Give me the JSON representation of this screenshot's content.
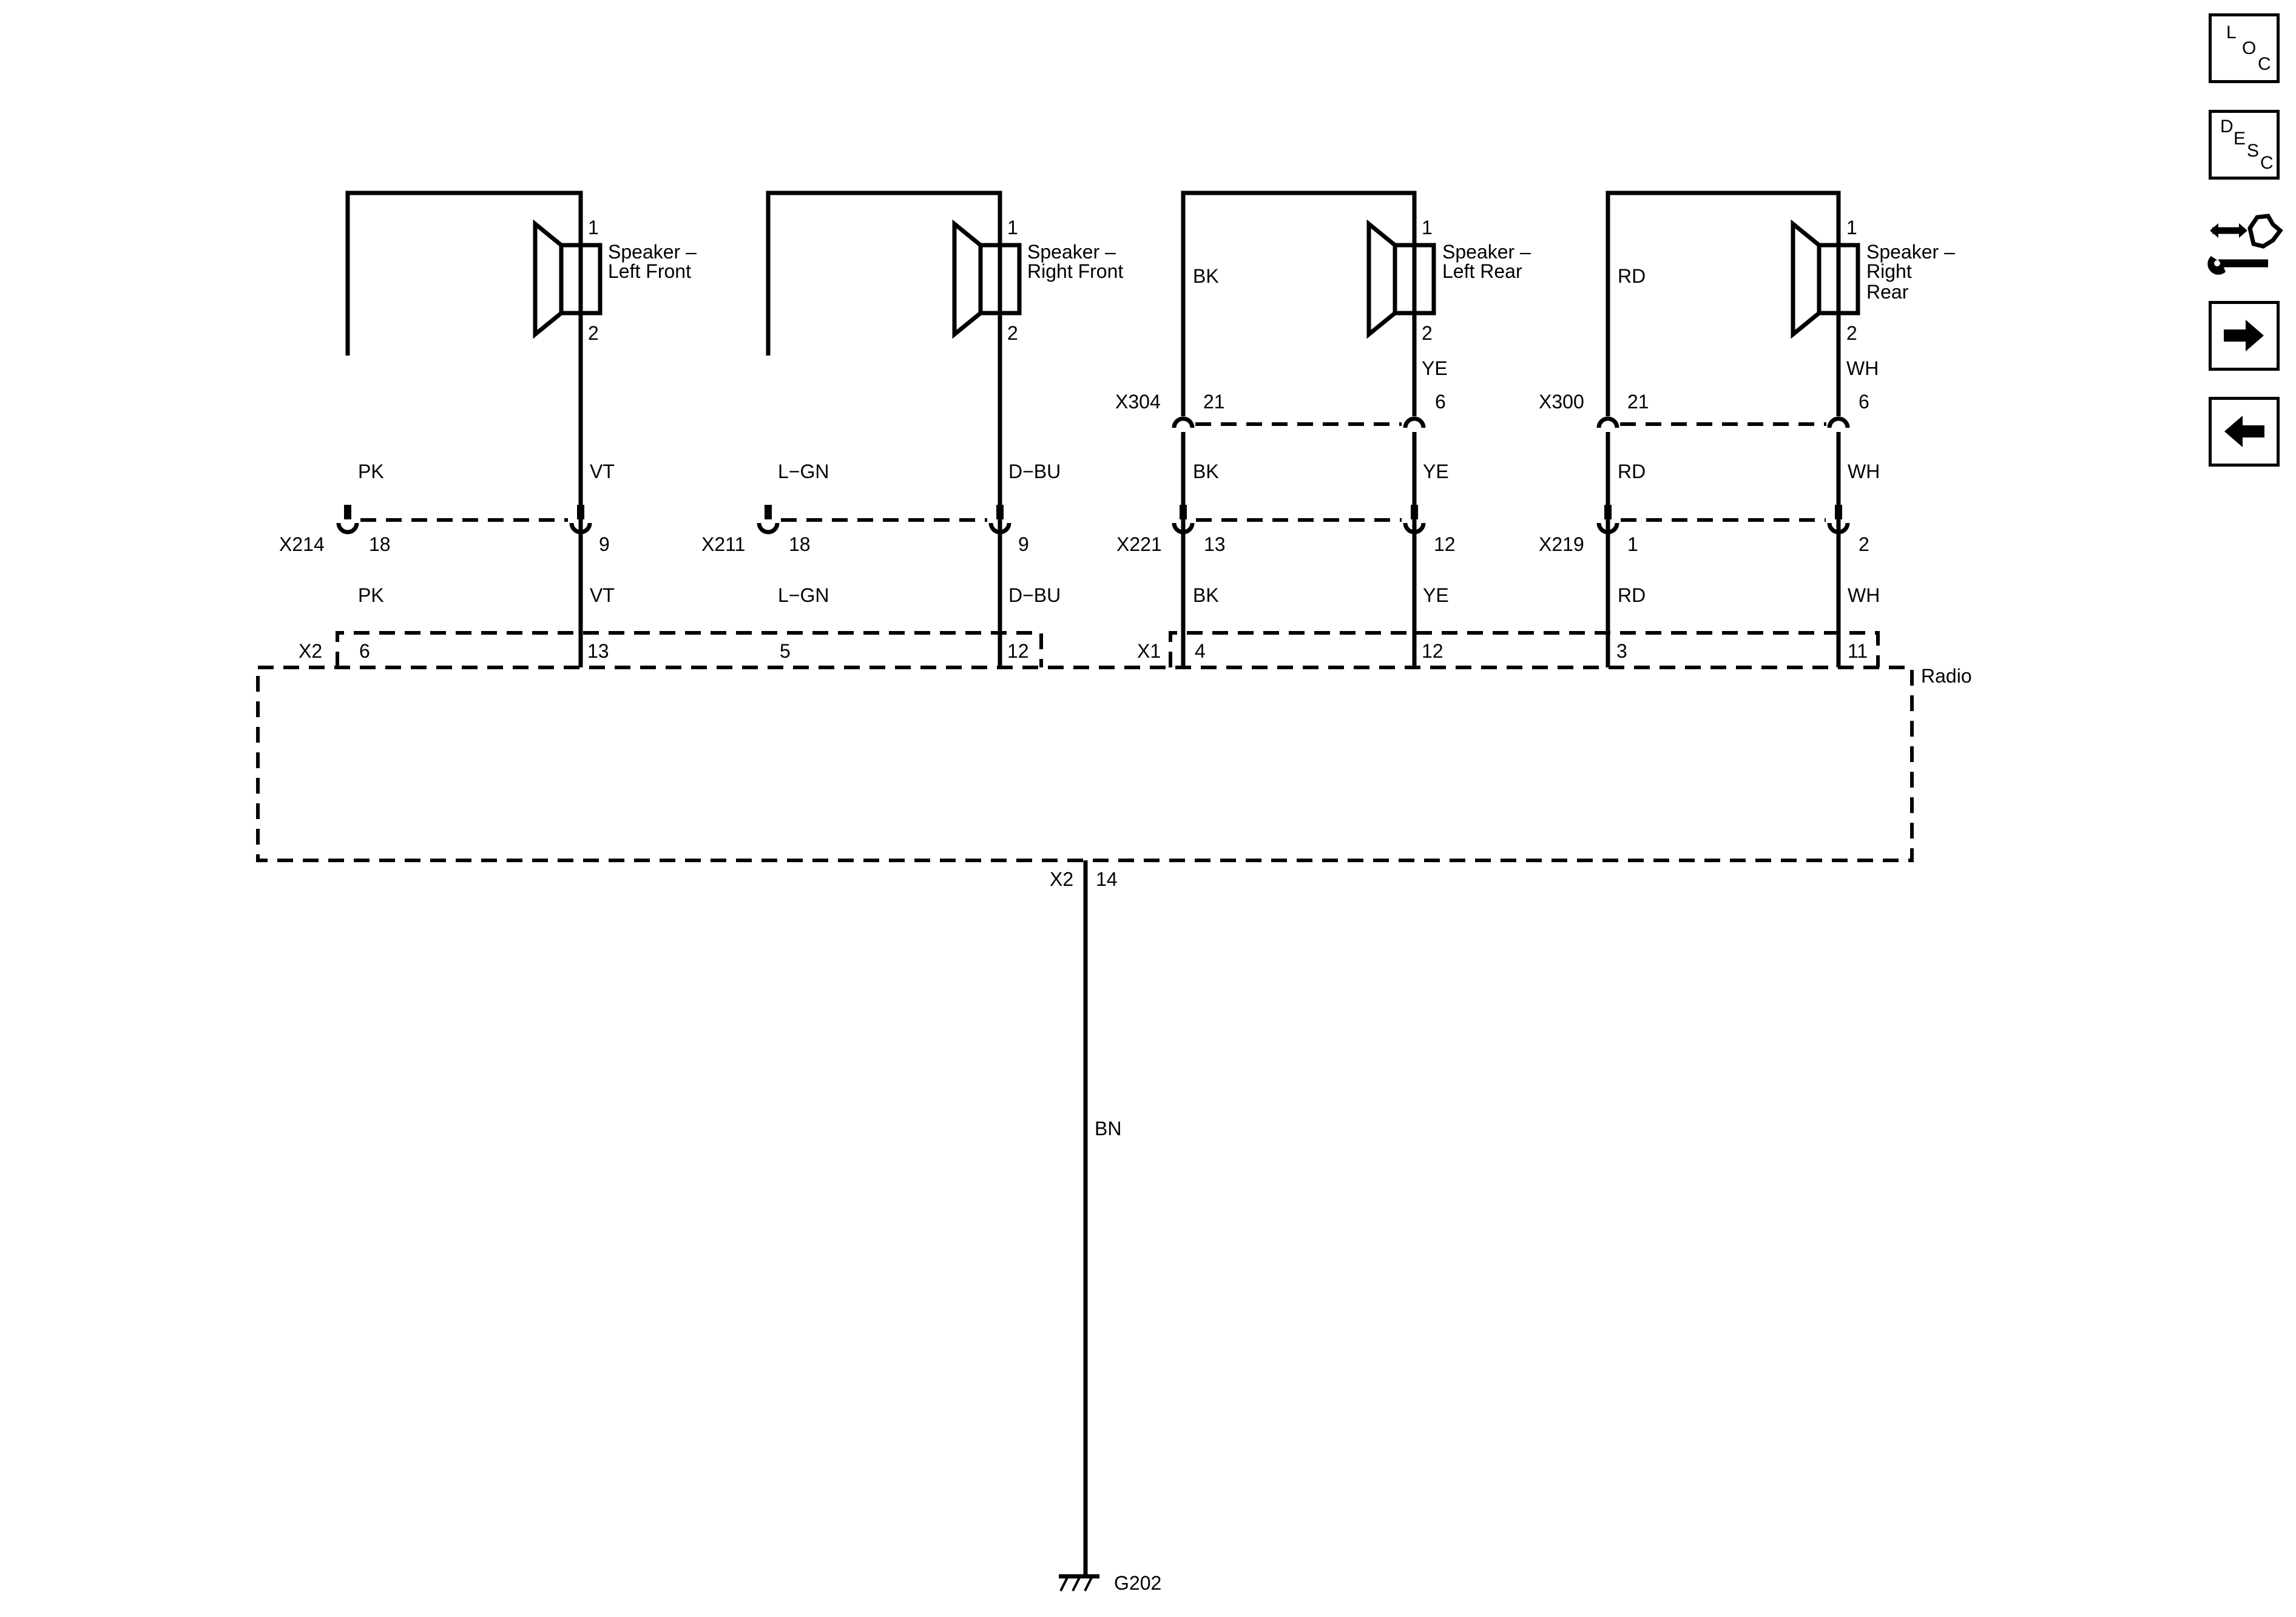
{
  "speakers": [
    {
      "name_line1": "Speaker –",
      "name_line2": "Left Front",
      "name_line3": "",
      "pin1": "1",
      "pin2": "2"
    },
    {
      "name_line1": "Speaker –",
      "name_line2": "Right Front",
      "name_line3": "",
      "pin1": "1",
      "pin2": "2"
    },
    {
      "name_line1": "Speaker –",
      "name_line2": "Left Rear",
      "name_line3": "",
      "pin1": "1",
      "pin2": "2"
    },
    {
      "name_line1": "Speaker –",
      "name_line2": "Right",
      "name_line3": "Rear",
      "pin1": "1",
      "pin2": "2"
    }
  ],
  "upper_wire_colors": {
    "left_rear": [
      "BK",
      "YE"
    ],
    "right_rear": [
      "RD",
      "WH"
    ]
  },
  "upper_connectors": [
    {
      "id": "X304",
      "pin_a": "21",
      "pin_b": "6"
    },
    {
      "id": "X300",
      "pin_a": "21",
      "pin_b": "6"
    }
  ],
  "mid_wire_colors": [
    "PK",
    "VT",
    "L−GN",
    "D−BU",
    "BK",
    "YE",
    "RD",
    "WH"
  ],
  "inline_connectors": [
    {
      "id": "X214",
      "pin_a": "18",
      "pin_b": "9"
    },
    {
      "id": "X211",
      "pin_a": "18",
      "pin_b": "9"
    },
    {
      "id": "X221",
      "pin_a": "13",
      "pin_b": "12"
    },
    {
      "id": "X219",
      "pin_a": "1",
      "pin_b": "2"
    }
  ],
  "lower_wire_colors": [
    "PK",
    "VT",
    "L−GN",
    "D−BU",
    "BK",
    "YE",
    "RD",
    "WH"
  ],
  "radio": {
    "label": "Radio",
    "connector_x2": {
      "id": "X2",
      "pins": [
        "6",
        "13",
        "5",
        "12"
      ]
    },
    "connector_x1": {
      "id": "X1",
      "pins": [
        "4",
        "12",
        "3",
        "11"
      ]
    },
    "ground_connector": {
      "id": "X2",
      "pin": "14"
    }
  },
  "ground": {
    "wire_color": "BN",
    "id": "G202"
  },
  "nav": {
    "loc": [
      "L",
      "O",
      "C"
    ],
    "desc": [
      "D",
      "E",
      "S",
      "C"
    ],
    "icons": [
      "connector-tool-icon",
      "arrow-right-icon",
      "arrow-left-icon"
    ]
  }
}
